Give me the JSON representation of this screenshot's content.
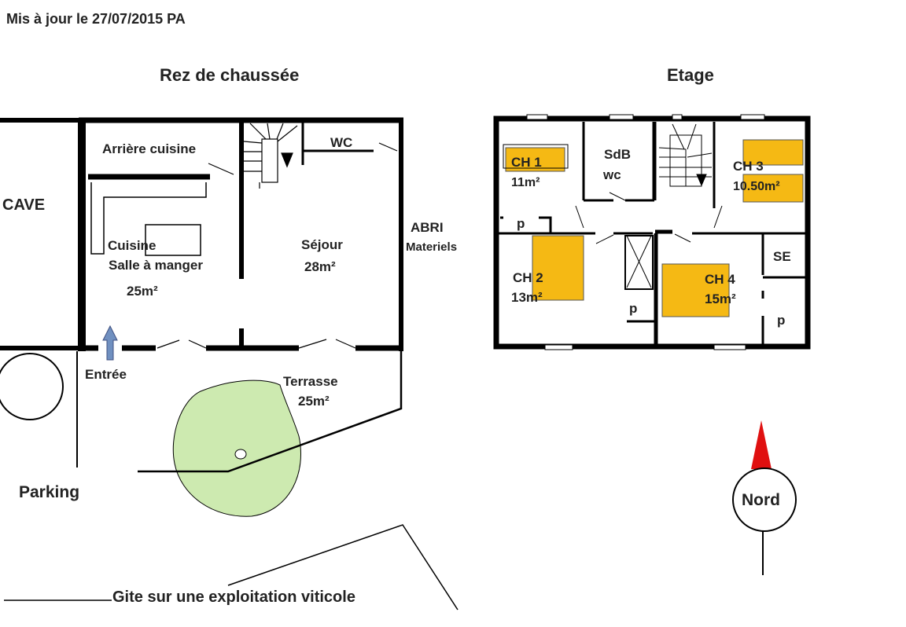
{
  "header": {
    "updated": "Mis à jour le   27/07/2015  PA"
  },
  "ground": {
    "title": "Rez de chaussée",
    "cave": "CAVE",
    "arriere": "Arrière cuisine",
    "wc": "WC",
    "cuisine": "Cuisine",
    "salle": "Salle à manger",
    "salle_area": "25m²",
    "sejour": "Séjour",
    "sejour_area": "28m²",
    "abri": "ABRI",
    "materiels": "Materiels",
    "entree": "Entrée",
    "terrasse": "Terrasse",
    "terrasse_area": "25m²",
    "parking": "Parking"
  },
  "floor": {
    "title": "Etage",
    "ch1": "CH 1",
    "ch1_area": "11m²",
    "sdb": "SdB",
    "sdb_wc": "wc",
    "ch3": "CH 3",
    "ch3_area": "10.50m²",
    "p": "p",
    "ch2": "CH 2",
    "ch2_area": "13m²",
    "ch4": "CH 4",
    "ch4_area": "15m²",
    "se": "SE"
  },
  "compass": {
    "label": "Nord"
  },
  "footer": {
    "caption": "Gite sur une exploitation viticole"
  },
  "colors": {
    "bed": "#f5b914",
    "lawn": "#cdeab0",
    "north": "#e01010",
    "arrow": "#7090c0"
  }
}
